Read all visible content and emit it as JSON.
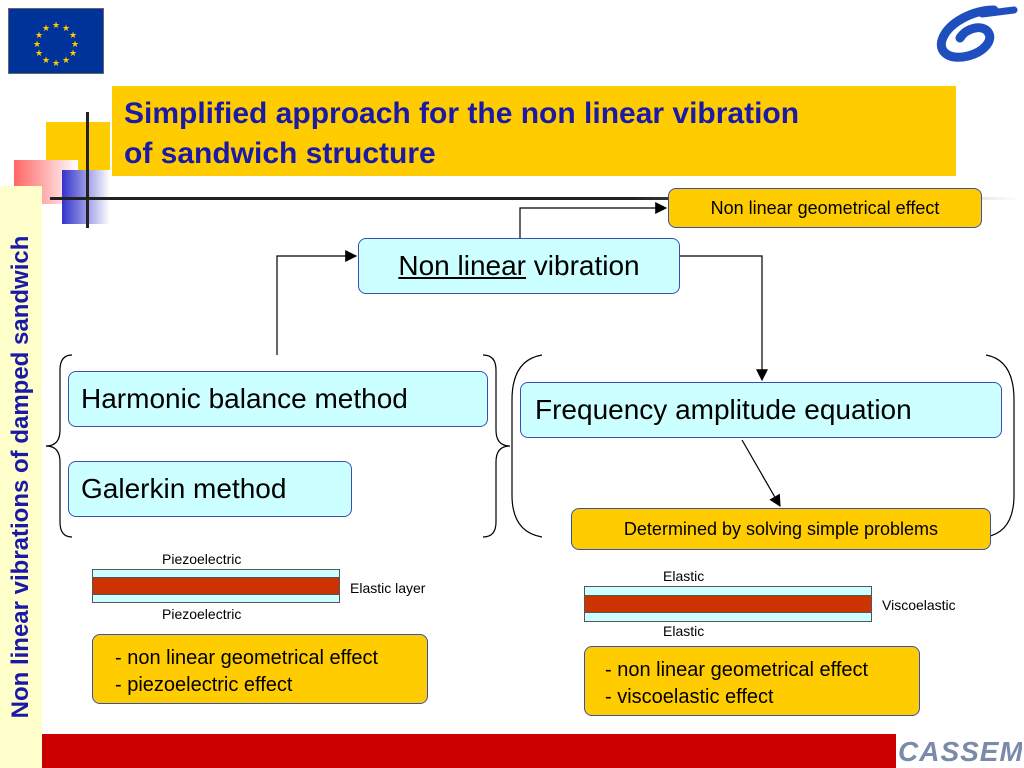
{
  "title_line1": "Simplified approach for the non linear vibration",
  "title_line2": "of sandwich structure",
  "sidebar_text": "Non linear vibrations of damped  sandwich",
  "top_right_box": "Non linear geometrical effect",
  "center_box": {
    "underlined": "Non linear",
    "rest": " vibration"
  },
  "left_box1": "Harmonic balance method",
  "left_box2": "Galerkin method",
  "right_box1": "Frequency amplitude equation",
  "right_box2": "Determined by solving simple problems",
  "left_diagram": {
    "top": "Piezoelectric",
    "middle": "Elastic layer",
    "bottom": "Piezoelectric"
  },
  "right_diagram": {
    "top": "Elastic",
    "middle": "Viscoelastic",
    "bottom": "Elastic"
  },
  "left_effects": [
    "- non linear geometrical effect",
    "- piezoelectric effect"
  ],
  "right_effects": [
    "- non linear geometrical effect",
    "- viscoelastic effect"
  ],
  "footer_logo": "CASSEM",
  "colors": {
    "accent_yellow": "#ffcc00",
    "box_cyan": "#ccffff",
    "border_blue": "#3a4fb0",
    "title_blue": "#1a1aa6",
    "footer_red": "#cc0000",
    "eu_blue": "#003399"
  }
}
